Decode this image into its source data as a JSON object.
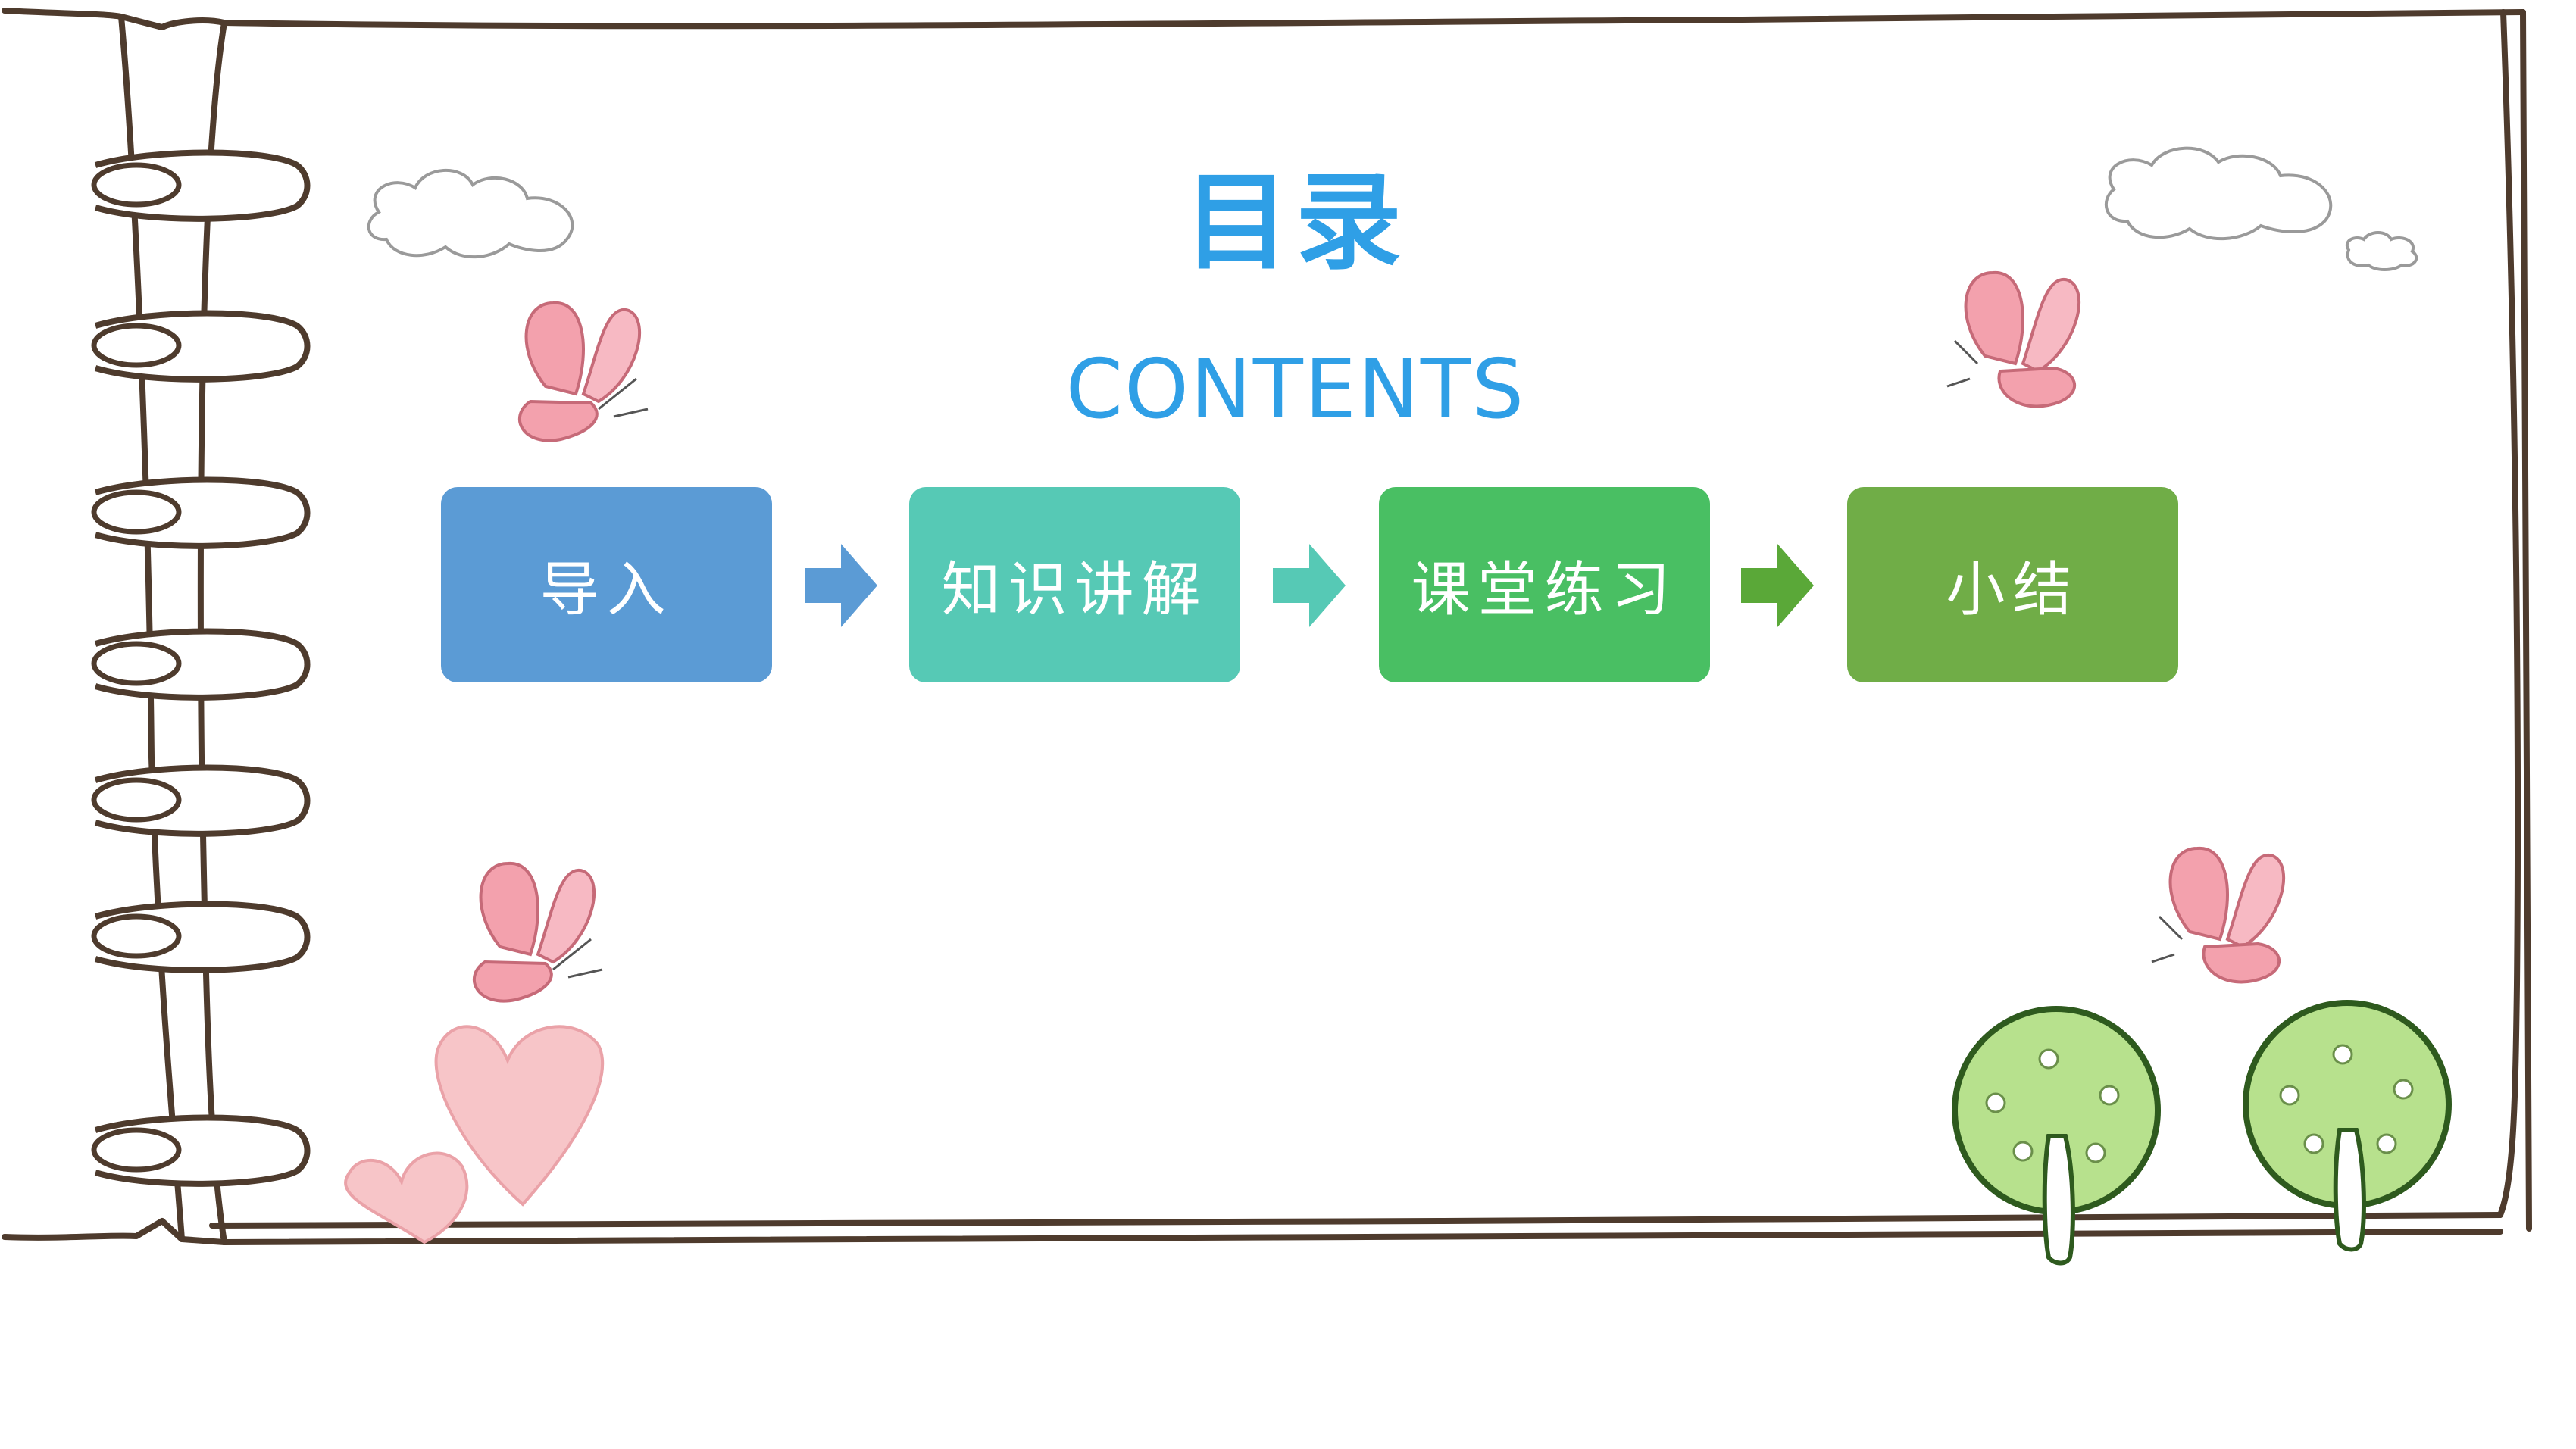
{
  "slide": {
    "title": "目录",
    "subtitle": "CONTENTS"
  },
  "steps": [
    {
      "label": "导入",
      "color": "#5b9bd5"
    },
    {
      "label": "知识讲解",
      "color": "#56c9b5"
    },
    {
      "label": "课堂练习",
      "color": "#49bf63"
    },
    {
      "label": "小结",
      "color": "#70ad47"
    }
  ],
  "arrows": [
    {
      "color": "#5b9bd5"
    },
    {
      "color": "#56c9b5"
    },
    {
      "color": "#5aa838"
    }
  ],
  "colors": {
    "accent": "#2f9fe6",
    "outline": "#4e3b2d",
    "butterfly": "#f3a1ad",
    "heart": "#f6b7bd",
    "tree_leaf": "#b7e18d",
    "tree_outline": "#2e5a1e"
  },
  "decorations": {
    "icons": [
      "spiral-ring-icon",
      "cloud-icon",
      "butterfly-icon",
      "heart-icon",
      "tree-icon"
    ]
  }
}
